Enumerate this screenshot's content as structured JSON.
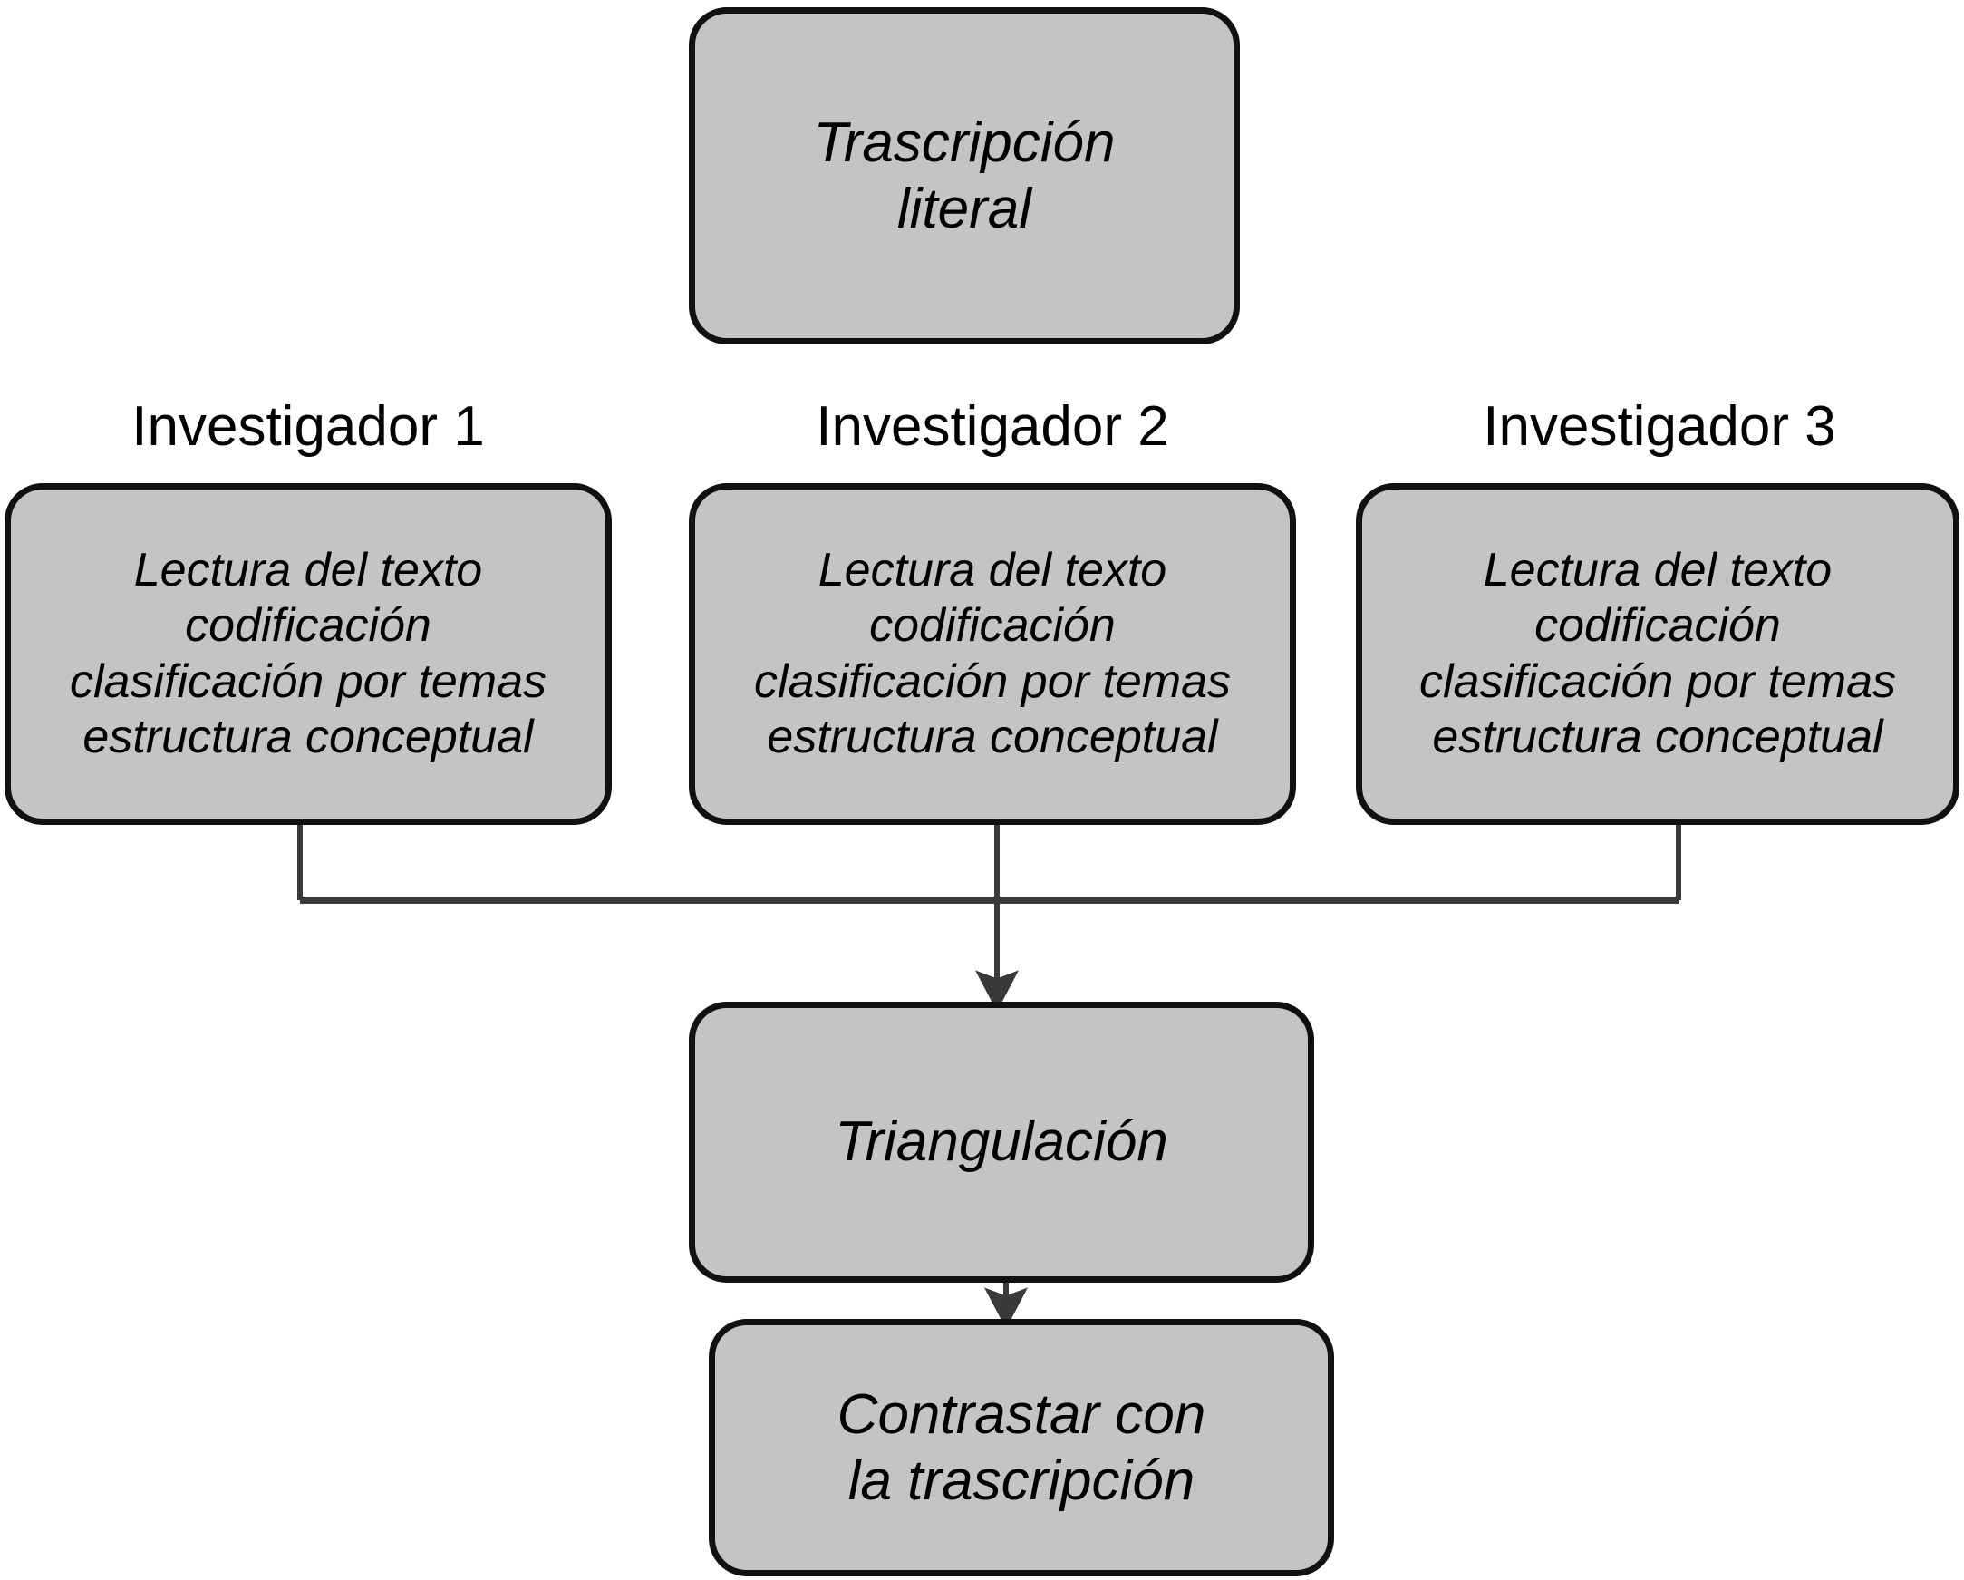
{
  "diagram": {
    "title_text": "Trascripción\nliteral",
    "investigator_headers": [
      "Investigador 1",
      "Investigador 2",
      "Investigador 3"
    ],
    "investigator_steps": [
      "Lectura del texto\ncodificación\nclasificación por temas\nestructura conceptual",
      "Lectura del texto\ncodificación\nclasificación por temas\nestructura conceptual",
      "Lectura del texto\ncodificación\nclasificación por temas\nestructura conceptual"
    ],
    "triangulation_label": "Triangulación",
    "contrast_label": "Contrastar con\nla trascripción",
    "colors": {
      "node_fill": "#c4c4c4",
      "node_border": "#111111",
      "connector": "#3a3a3a",
      "text": "#000000",
      "background": "#ffffff"
    }
  }
}
